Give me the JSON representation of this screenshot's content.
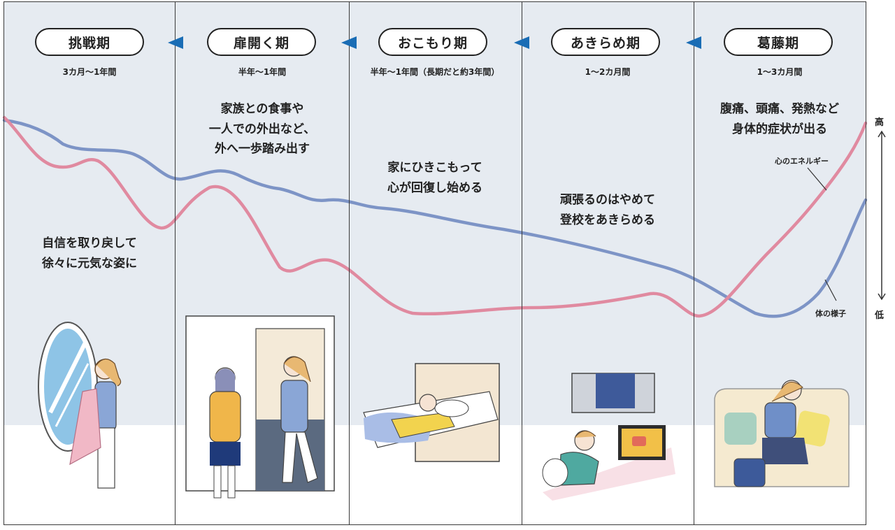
{
  "phases": [
    {
      "name": "挑戦期",
      "duration": "3カ月〜1年間",
      "desc": [
        "自信を取り戻して",
        "徐々に元気な姿に"
      ]
    },
    {
      "name": "扉開く期",
      "duration": "半年〜1年間",
      "desc": [
        "家族との食事や",
        "一人での外出など、",
        "外へ一歩踏み出す"
      ]
    },
    {
      "name": "おこもり期",
      "duration": "半年〜1年間（長期だと約3年間）",
      "desc": [
        "家にひきこもって",
        "心が回復し始める"
      ]
    },
    {
      "name": "あきらめ期",
      "duration": "1〜2カ月間",
      "desc": [
        "頑張るのはやめて",
        "登校をあきらめる"
      ]
    },
    {
      "name": "葛藤期",
      "duration": "1〜3カ月間",
      "desc": [
        "腹痛、頭痛、発熱など",
        "身体的症状が出る"
      ]
    }
  ],
  "axis": {
    "high": "高",
    "low": "低"
  },
  "curves": {
    "mind": {
      "label": "心のエネルギー",
      "color": "#e08aa0"
    },
    "body": {
      "label": "体の様子",
      "color": "#7d94c6"
    }
  },
  "colors": {
    "arrow": "#1a6db5",
    "background_top": "#e6ebf1"
  }
}
